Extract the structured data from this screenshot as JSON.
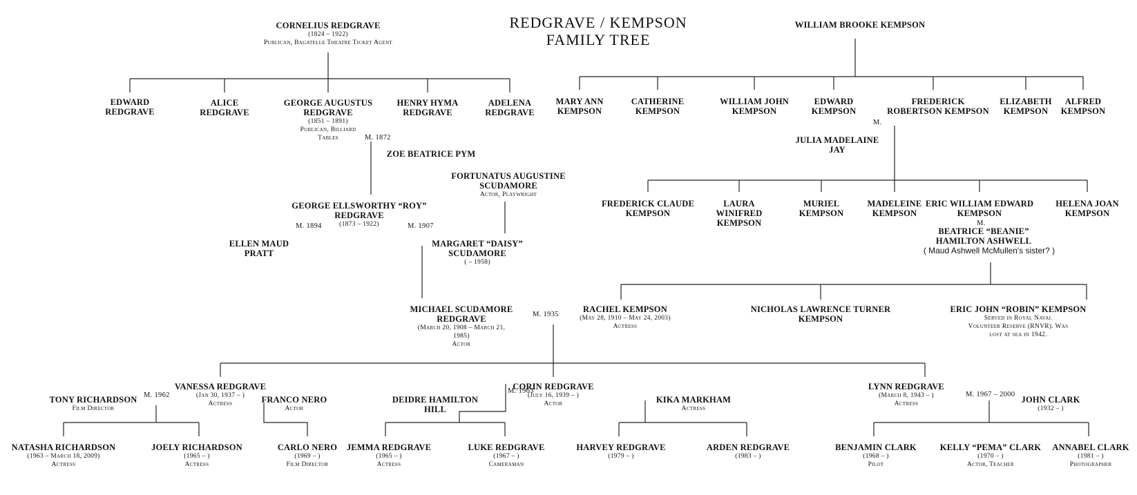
{
  "title": [
    "REDGRAVE / KEMPSON",
    "FAMILY TREE"
  ],
  "people": {
    "cornelius": {
      "lines": [
        "CORNELIUS REDGRAVE"
      ],
      "sub": [
        "(1824 – 1922)",
        "Publican, Bagatelle Theatre Ticket Agent"
      ]
    },
    "edward_r": {
      "lines": [
        "EDWARD",
        "REDGRAVE"
      ],
      "sub": []
    },
    "alice": {
      "lines": [
        "ALICE",
        "REDGRAVE"
      ],
      "sub": []
    },
    "george_a": {
      "lines": [
        "GEORGE AUGUSTUS",
        "REDGRAVE"
      ],
      "sub": [
        "(1851 – 1891)",
        "Publican, Billiard",
        "Tables"
      ]
    },
    "henry": {
      "lines": [
        "HENRY HYMA",
        "REDGRAVE"
      ],
      "sub": []
    },
    "adelena": {
      "lines": [
        "ADELENA",
        "REDGRAVE"
      ],
      "sub": []
    },
    "zoe": {
      "lines": [
        "ZOE BEATRICE PYM"
      ],
      "sub": []
    },
    "fortunatus": {
      "lines": [
        "FORTUNATUS AUGUSTINE",
        "SCUDAMORE"
      ],
      "sub": [
        "Actor, Playwright"
      ]
    },
    "roy": {
      "lines": [
        "GEORGE ELLSWORTHY “ROY”",
        "REDGRAVE"
      ],
      "sub": [
        "(1873 – 1922)"
      ]
    },
    "ellen": {
      "lines": [
        "ELLEN MAUD",
        "PRATT"
      ],
      "sub": []
    },
    "daisy": {
      "lines": [
        "MARGARET “DAISY”",
        "SCUDAMORE"
      ],
      "sub": [
        "( – 1958)"
      ]
    },
    "michael": {
      "lines": [
        "MICHAEL SCUDAMORE",
        "REDGRAVE"
      ],
      "sub": [
        "(March 20, 1908 – March 21,",
        "1985)",
        "Actor"
      ]
    },
    "william_bk": {
      "lines": [
        "WILLIAM BROOKE KEMPSON"
      ],
      "sub": []
    },
    "mary_ann": {
      "lines": [
        "MARY ANN",
        "KEMPSON"
      ],
      "sub": []
    },
    "catherine": {
      "lines": [
        "CATHERINE",
        "KEMPSON"
      ],
      "sub": []
    },
    "william_j": {
      "lines": [
        "WILLIAM JOHN",
        "KEMPSON"
      ],
      "sub": []
    },
    "edward_k": {
      "lines": [
        "EDWARD",
        "KEMPSON"
      ],
      "sub": []
    },
    "frederick_r": {
      "lines": [
        "FREDERICK",
        "ROBERTSON KEMPSON"
      ],
      "sub": []
    },
    "elizabeth": {
      "lines": [
        "ELIZABETH",
        "KEMPSON"
      ],
      "sub": []
    },
    "alfred": {
      "lines": [
        "ALFRED",
        "KEMPSON"
      ],
      "sub": []
    },
    "julia": {
      "lines": [
        "JULIA MADELAINE",
        "JAY"
      ],
      "sub": []
    },
    "frederick_c": {
      "lines": [
        "FREDERICK CLAUDE",
        "KEMPSON"
      ],
      "sub": []
    },
    "laura": {
      "lines": [
        "LAURA",
        "WINIFRED",
        "KEMPSON"
      ],
      "sub": []
    },
    "muriel": {
      "lines": [
        "MURIEL",
        "KEMPSON"
      ],
      "sub": []
    },
    "madeleine": {
      "lines": [
        "MADELEINE",
        "KEMPSON"
      ],
      "sub": []
    },
    "eric_w": {
      "lines": [
        "ERIC WILLIAM EDWARD",
        "KEMPSON"
      ],
      "sub": []
    },
    "helena": {
      "lines": [
        "HELENA JOAN",
        "KEMPSON"
      ],
      "sub": []
    },
    "beatrice": {
      "lines": [
        "BEATRICE “BEANIE”",
        "HAMILTON ASHWELL"
      ],
      "sub": []
    },
    "rachel": {
      "lines": [
        "RACHEL KEMPSON"
      ],
      "sub": [
        "(May 28, 1910 – May 24, 2003)",
        "Actress"
      ]
    },
    "nicholas": {
      "lines": [
        "NICHOLAS LAWRENCE TURNER",
        "KEMPSON"
      ],
      "sub": []
    },
    "robin": {
      "lines": [
        "ERIC JOHN “ROBIN” KEMPSON"
      ],
      "sub": [
        "Served in Royal Naval",
        "Volunteer Reserve (RNVR). Was",
        "lost at sea in 1942."
      ]
    },
    "tony": {
      "lines": [
        "TONY RICHARDSON"
      ],
      "sub": [
        "Film Director"
      ]
    },
    "vanessa": {
      "lines": [
        "VANESSA REDGRAVE"
      ],
      "sub": [
        "(Jan 30, 1937 – )",
        "Actress"
      ]
    },
    "franco": {
      "lines": [
        "FRANCO NERO"
      ],
      "sub": [
        "Actor"
      ]
    },
    "deidre": {
      "lines": [
        "DEIDRE HAMILTON",
        "HILL"
      ],
      "sub": []
    },
    "corin": {
      "lines": [
        "CORIN REDGRAVE"
      ],
      "sub": [
        "(July 16, 1939 – )",
        "Actor"
      ]
    },
    "kika": {
      "lines": [
        "KIKA MARKHAM"
      ],
      "sub": [
        "Actress"
      ]
    },
    "lynn": {
      "lines": [
        "LYNN REDGRAVE"
      ],
      "sub": [
        "(March 8, 1943 – )",
        "Actress"
      ]
    },
    "john_clark": {
      "lines": [
        "JOHN CLARK"
      ],
      "sub": [
        "(1932 – )"
      ]
    },
    "natasha": {
      "lines": [
        "NATASHA RICHARDSON"
      ],
      "sub": [
        "(1963 – March 18, 2009)",
        "Actress"
      ]
    },
    "joely": {
      "lines": [
        "JOELY RICHARDSON"
      ],
      "sub": [
        "(1965 – )",
        "Actress"
      ]
    },
    "carlo": {
      "lines": [
        "CARLO NERO"
      ],
      "sub": [
        "(1969 – )",
        "Film Director"
      ]
    },
    "jemma": {
      "lines": [
        "JEMMA REDGRAVE"
      ],
      "sub": [
        "(1965 – )",
        "Actress"
      ]
    },
    "luke": {
      "lines": [
        "LUKE REDGRAVE"
      ],
      "sub": [
        "(1967 – )",
        "Cameraman"
      ]
    },
    "harvey": {
      "lines": [
        "HARVEY REDGRAVE"
      ],
      "sub": [
        "(1979 – )"
      ]
    },
    "arden": {
      "lines": [
        "ARDEN REDGRAVE"
      ],
      "sub": [
        "(1983 – )"
      ]
    },
    "benjamin": {
      "lines": [
        "BENJAMIN CLARK"
      ],
      "sub": [
        "(1968 – )",
        "Pilot"
      ]
    },
    "kelly": {
      "lines": [
        "KELLY “PEMA” CLARK"
      ],
      "sub": [
        "(1970 – )",
        "Actor, Teacher"
      ]
    },
    "annabel": {
      "lines": [
        "ANNABEL CLARK"
      ],
      "sub": [
        "(1981 – )",
        "Photographer"
      ]
    }
  },
  "notes": {
    "maud": "( Maud Ashwell McMullen's sister? )"
  },
  "marriages": {
    "m1872": "M. 1872",
    "m1894": "M. 1894",
    "m1907": "M. 1907",
    "m_fred": "M.",
    "m_eric": "M.",
    "m1935": "M. 1935",
    "m1962": "M. 1962",
    "m1963": "M. 1963",
    "m1967": "M. 1967 – 2000"
  }
}
